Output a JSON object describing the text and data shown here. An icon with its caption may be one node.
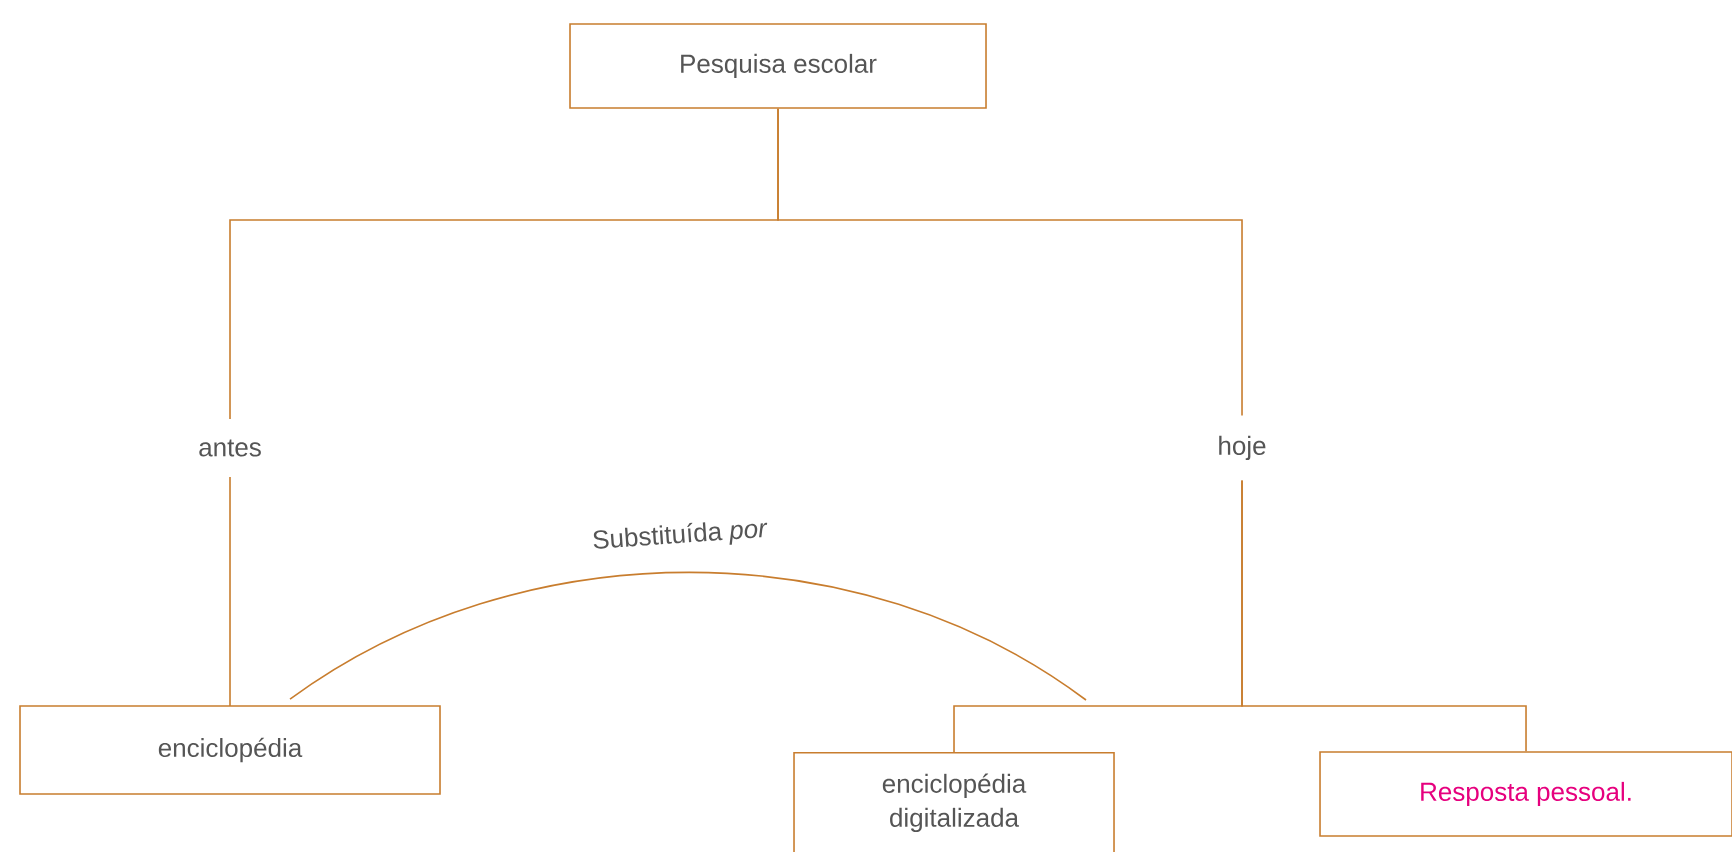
{
  "diagram": {
    "nodes": [
      {
        "text": [
          "Pesquisa escolar"
        ]
      },
      {
        "text": [
          "antes"
        ]
      },
      {
        "text": [
          "hoje"
        ]
      },
      {
        "text": [
          "enciclopédia"
        ]
      },
      {
        "text": [
          "enciclopédia digitalizada"
        ]
      },
      {
        "text": [
          "Resposta pessoal."
        ]
      }
    ],
    "edges": [
      {
        "from": 0,
        "to": 1,
        "arrow": "none"
      },
      {
        "from": 0,
        "to": 2,
        "arrow": "none"
      },
      {
        "from": 1,
        "to": 3,
        "arrow": "none"
      },
      {
        "from": 2,
        "to": 4,
        "arrow": "none"
      },
      {
        "from": 2,
        "to": 5,
        "arrow": "none"
      },
      {
        "from": 3,
        "to": 4,
        "arrow": "none",
        "label": "Substituída *por*"
      }
    ]
  }
}
